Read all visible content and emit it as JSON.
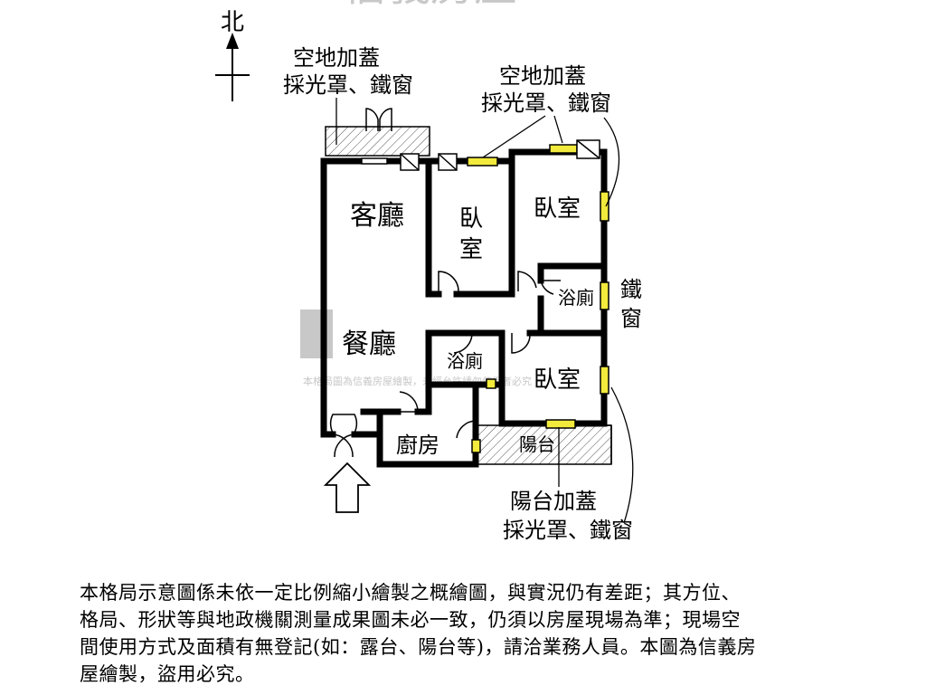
{
  "compass": {
    "label": "北"
  },
  "annotations": {
    "west_canopy": [
      "空地加蓋",
      "採光罩、鐵窗"
    ],
    "east_canopy": [
      "空地加蓋",
      "採光罩、鐵窗"
    ],
    "balcony_canopy": [
      "陽台加蓋",
      "採光罩、鐵窗"
    ],
    "iron_window": [
      "鐵",
      "窗"
    ]
  },
  "rooms": {
    "living_room": "客廳",
    "bedroom_middle": [
      "臥",
      "室"
    ],
    "bedroom_ne": "臥室",
    "bathroom_east": "浴廁",
    "dining_room": "餐廳",
    "bathroom_center": "浴廁",
    "bedroom_se": "臥室",
    "kitchen": "廚房",
    "balcony": "陽台"
  },
  "watermark": {
    "brand": "信義房屋",
    "fine_print": "本格局圖為信義房屋繪製，未經允許請勿使用者必究"
  },
  "disclaimer": [
    "本格局示意圖係未依一定比例縮小繪製之概繪圖，與實況仍有差距；其方位、",
    "格局、形狀等與地政機關測量成果圖未必一致，仍須以房屋現場為準；現場空",
    "間使用方式及面積有無登記(如：露台、陽台等)，請洽業務人員。本圖為信義房",
    "屋繪製，盜用必究。"
  ],
  "colors": {
    "wall": "#000000",
    "window": "#f2ea3c",
    "hatch": "#555555",
    "watermark": "#c8c8c8"
  }
}
